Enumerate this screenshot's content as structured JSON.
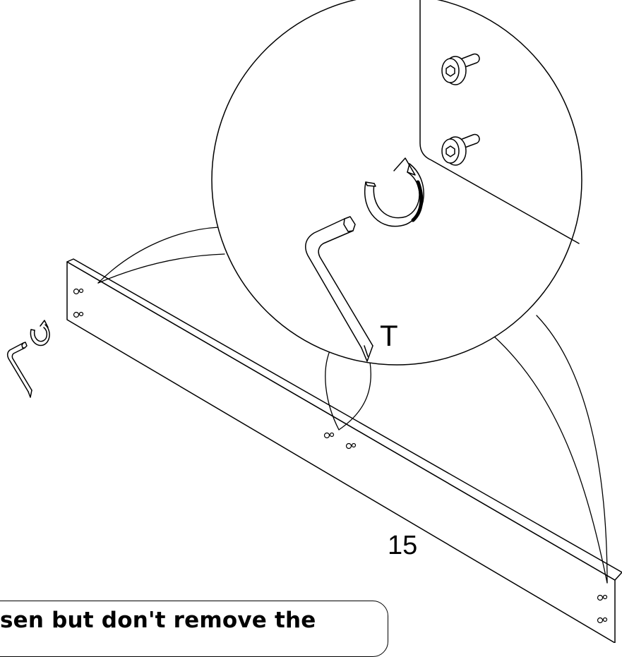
{
  "diagram": {
    "tool_label": "T",
    "part_number": "15",
    "instruction": "sen but don't remove the"
  }
}
